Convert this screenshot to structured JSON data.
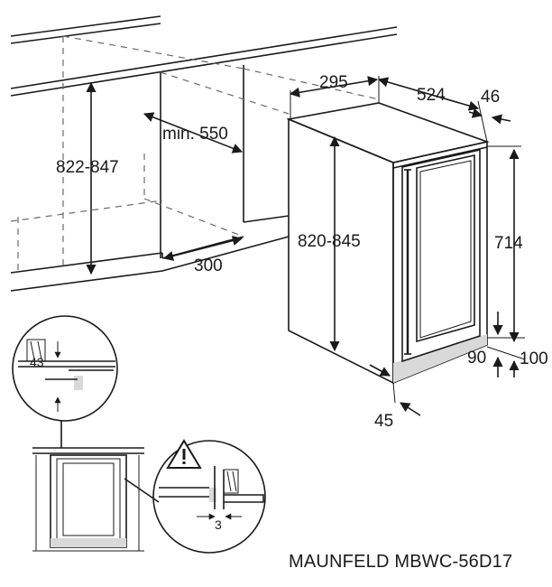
{
  "dimensions": {
    "niche_height": "822-847",
    "niche_min_depth": "min. 550",
    "niche_bottom_depth": "300",
    "unit_depth_top": "295",
    "unit_width": "524",
    "unit_side_46": "46",
    "unit_height": "820-845",
    "door_height": "714",
    "plinth_100": "100",
    "plinth_90": "90",
    "bottom_45": "45",
    "detail_43": "43",
    "detail_3": "3"
  },
  "caption": "MAUNFELD MBWC-56D17",
  "icons": {
    "warning": "warning-triangle-icon"
  }
}
